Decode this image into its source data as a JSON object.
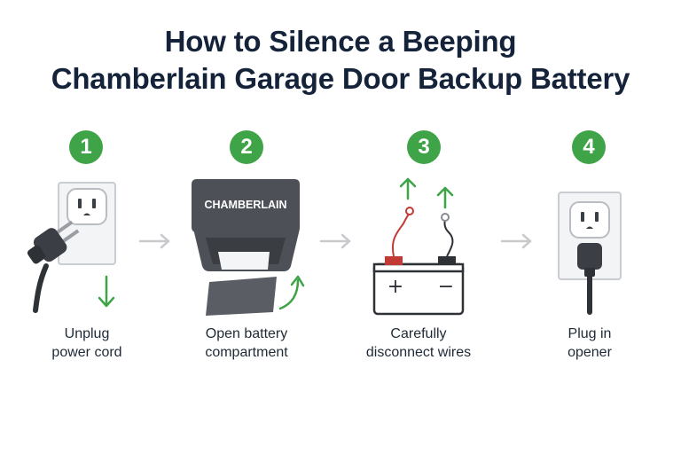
{
  "title": {
    "line1": "How to Silence a Beeping",
    "line2": "Chamberlain Garage Door Backup Battery"
  },
  "steps": [
    {
      "number": "1",
      "line1": "Unplug",
      "line2": "power cord",
      "icon": "unplug-icon"
    },
    {
      "number": "2",
      "line1": "Open battery",
      "line2": "compartment",
      "icon": "battery-compartment-icon"
    },
    {
      "number": "3",
      "line1": "Carefully",
      "line2": "disconnect wires",
      "icon": "battery-wires-icon"
    },
    {
      "number": "4",
      "line1": "Plug in",
      "line2": "opener",
      "icon": "plug-in-icon"
    }
  ],
  "device": {
    "brand": "CHAMBERLAIN"
  },
  "battery": {
    "positive": "+",
    "negative": "−"
  },
  "colors": {
    "accent_green": "#3fa447",
    "device_gray": "#4d5157",
    "title_navy": "#14233a",
    "wire_red": "#c23a36",
    "flow_arrow": "#c8cacd"
  }
}
